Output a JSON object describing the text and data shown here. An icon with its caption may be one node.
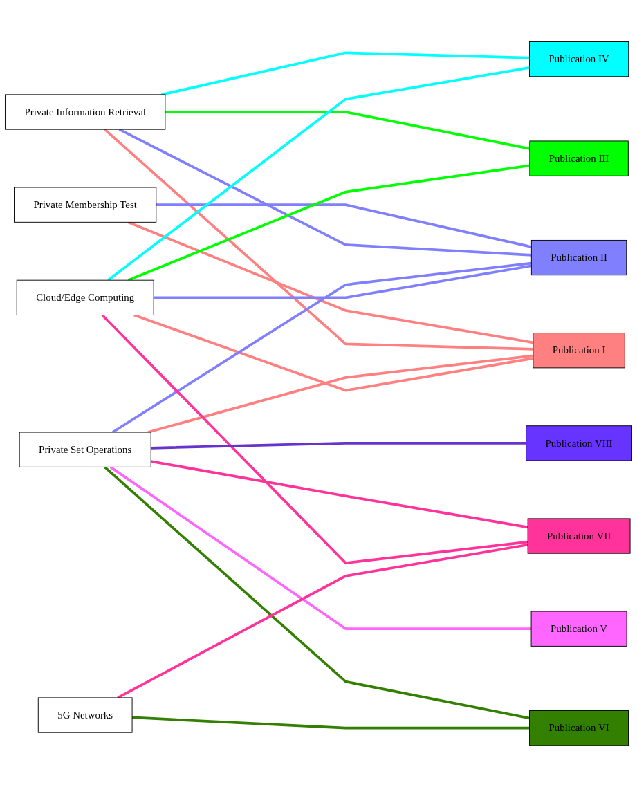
{
  "diagram": {
    "nodes": [
      {
        "text": [
          "Private Membership Test"
        ]
      },
      {
        "text": [
          "Private Information Retrieval"
        ]
      },
      {
        "text": [
          "Private Set Operations"
        ]
      },
      {
        "text": [
          "Cloud/Edge Computing"
        ]
      },
      {
        "text": [
          "5G Networks"
        ]
      },
      {
        "text": [
          "Publication I"
        ]
      },
      {
        "text": [
          "Publication II"
        ]
      },
      {
        "text": [
          "Publication III"
        ]
      },
      {
        "text": [
          "Publication IV"
        ]
      },
      {
        "text": [
          "Publication V"
        ]
      },
      {
        "text": [
          "Publication VI"
        ]
      },
      {
        "text": [
          "Publication VII"
        ]
      },
      {
        "text": [
          "Publication VIII"
        ]
      }
    ],
    "edges": [
      {
        "from": 0,
        "to": 5,
        "arrow": "none",
        "color": "#ff8080"
      },
      {
        "from": 1,
        "to": 5,
        "arrow": "none",
        "color": "#ff8080"
      },
      {
        "from": 2,
        "to": 5,
        "arrow": "none",
        "color": "#ff8080"
      },
      {
        "from": 3,
        "to": 5,
        "arrow": "none",
        "color": "#ff8080"
      },
      {
        "from": 0,
        "to": 6,
        "arrow": "none",
        "color": "#8080ff"
      },
      {
        "from": 1,
        "to": 6,
        "arrow": "none",
        "color": "#8080ff"
      },
      {
        "from": 2,
        "to": 6,
        "arrow": "none",
        "color": "#8080ff"
      },
      {
        "from": 3,
        "to": 6,
        "arrow": "none",
        "color": "#8080ff"
      },
      {
        "from": 1,
        "to": 7,
        "arrow": "none",
        "color": "#00ff00"
      },
      {
        "from": 3,
        "to": 7,
        "arrow": "none",
        "color": "#00ff00"
      },
      {
        "from": 1,
        "to": 8,
        "arrow": "none",
        "color": "#00ffff"
      },
      {
        "from": 3,
        "to": 8,
        "arrow": "none",
        "color": "#00ffff"
      },
      {
        "from": 2,
        "to": 9,
        "arrow": "none",
        "color": "#ff66ff"
      },
      {
        "from": 2,
        "to": 10,
        "arrow": "none",
        "color": "#338000"
      },
      {
        "from": 4,
        "to": 10,
        "arrow": "none",
        "color": "#338000"
      },
      {
        "from": 2,
        "to": 11,
        "arrow": "none",
        "color": "#ff3399"
      },
      {
        "from": 3,
        "to": 11,
        "arrow": "none",
        "color": "#ff3399"
      },
      {
        "from": 4,
        "to": 11,
        "arrow": "none",
        "color": "#ff3399"
      },
      {
        "from": 2,
        "to": 12,
        "arrow": "none",
        "color": "#6633cc"
      }
    ]
  }
}
